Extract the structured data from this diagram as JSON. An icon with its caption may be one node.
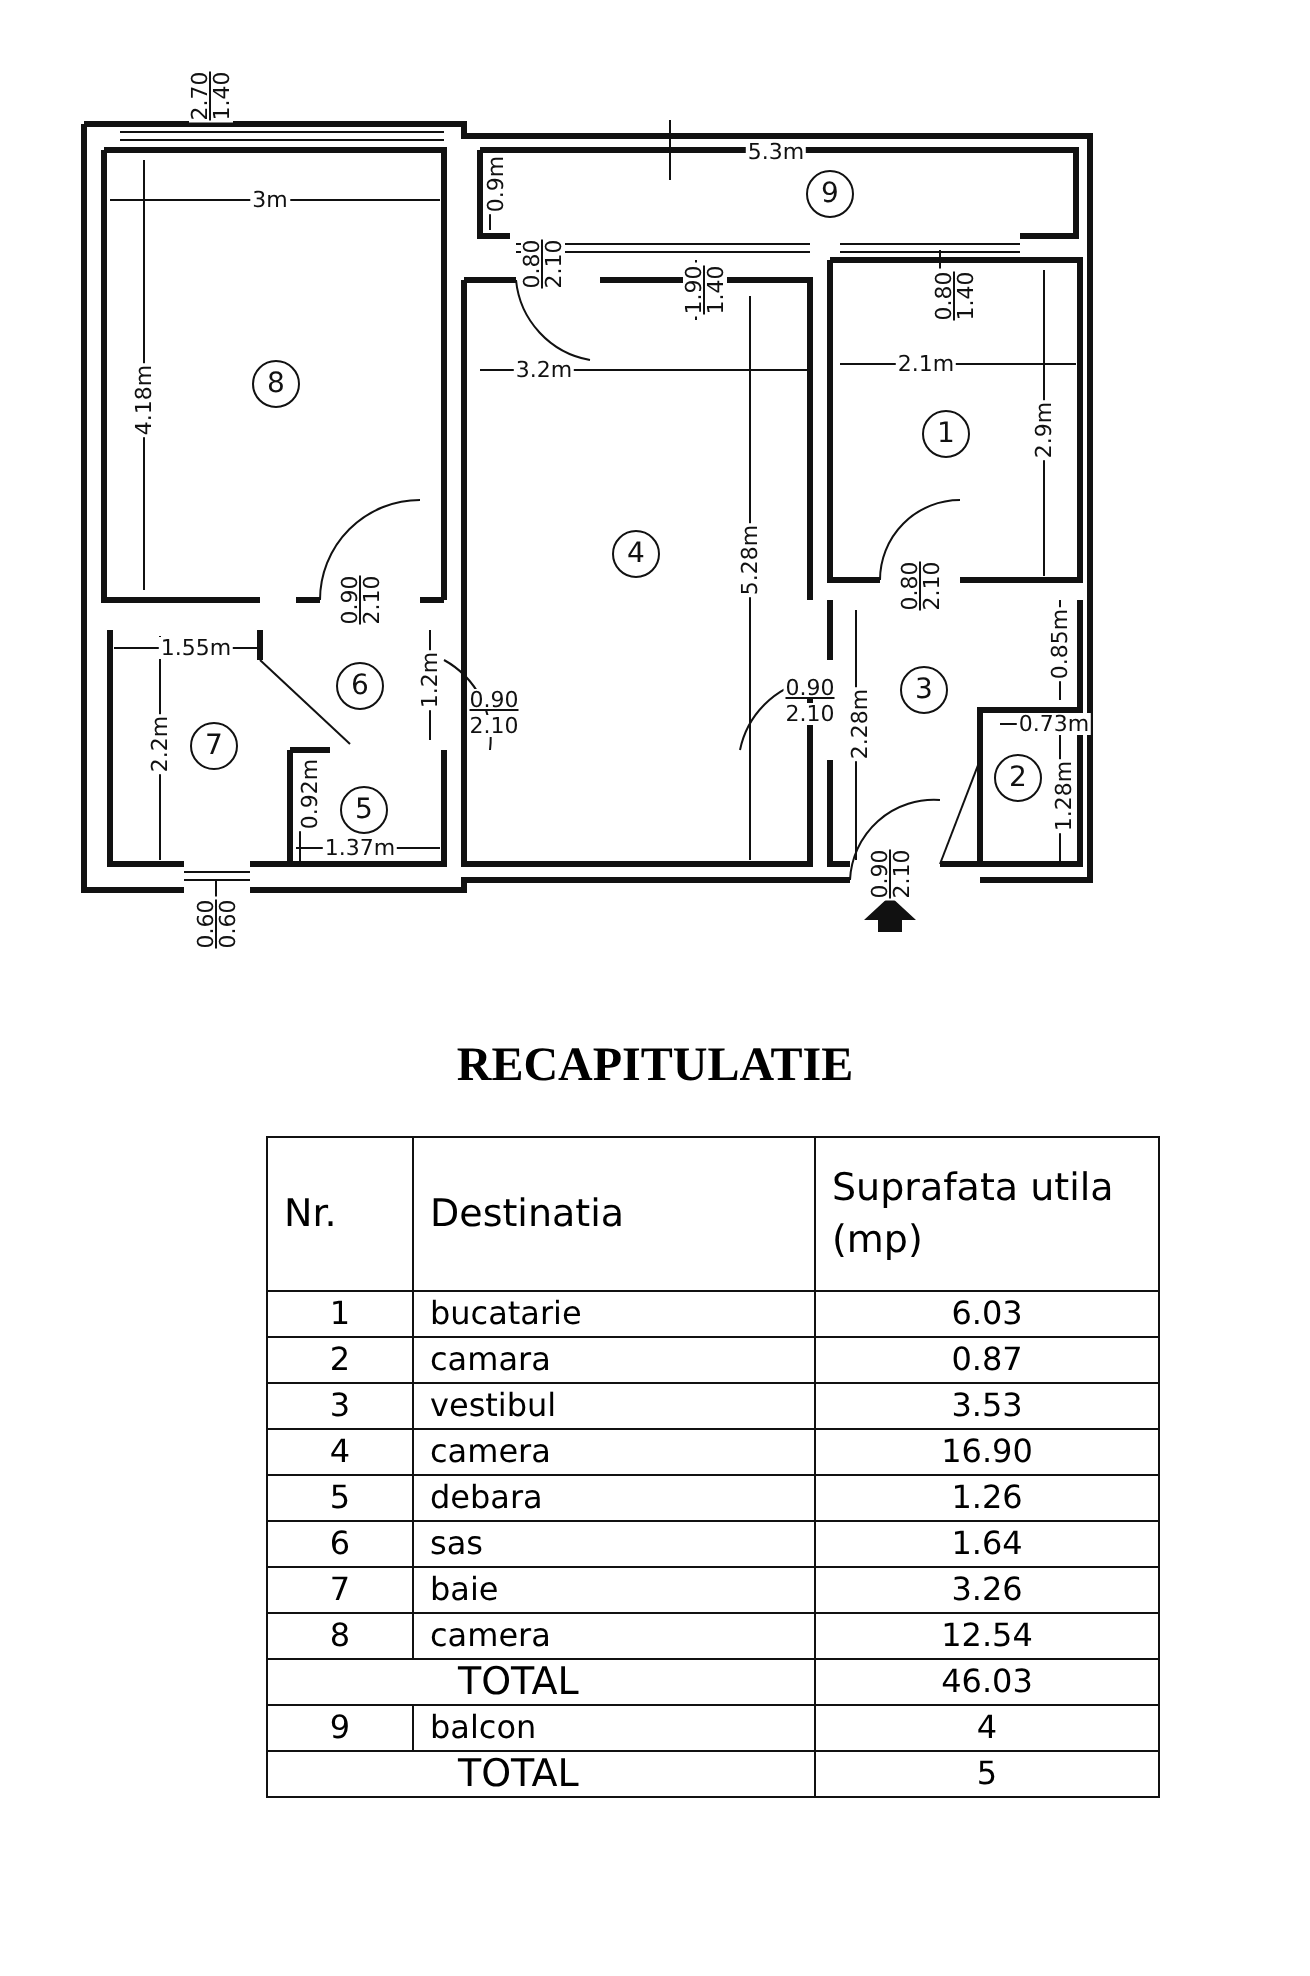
{
  "diagram": {
    "title": "RECAPITULATIE",
    "labels": [
      "2.70",
      "1.40",
      "5.3m",
      "3m",
      "0.9m",
      "9",
      "0.80",
      "2.10",
      "1.90",
      "1.40",
      "0.80",
      "1.40",
      "3.2m",
      "2.1m",
      "4.18m",
      "8",
      "1",
      "2.9m",
      "4",
      "5.28m",
      "0.90",
      "2.10",
      "0.80",
      "2.10",
      "1.55m",
      "6",
      "1.2m",
      "0.85m",
      "0.90",
      "2.10",
      "0.90",
      "2.10",
      "3",
      "2.28m",
      "7",
      "2.2m",
      "0.73m",
      "0.92m",
      "5",
      "2",
      "1.28m",
      "1.37m",
      "0.90",
      "2.10",
      "0.60",
      "0.60",
      "Nr.",
      "Destinatia",
      "Suprafata utila (mp)",
      "1",
      "bucatarie",
      "6.03",
      "2",
      "camara",
      "0.87",
      "3",
      "vestibul",
      "3.53",
      "4",
      "camera",
      "16.90",
      "5",
      "debara",
      "1.26",
      "6",
      "sas",
      "1.64",
      "7",
      "baie",
      "3.26",
      "8",
      "camera",
      "12.54",
      "TOTAL",
      "46.03",
      "9",
      "balcon",
      "4",
      "TOTAL",
      "5"
    ]
  }
}
